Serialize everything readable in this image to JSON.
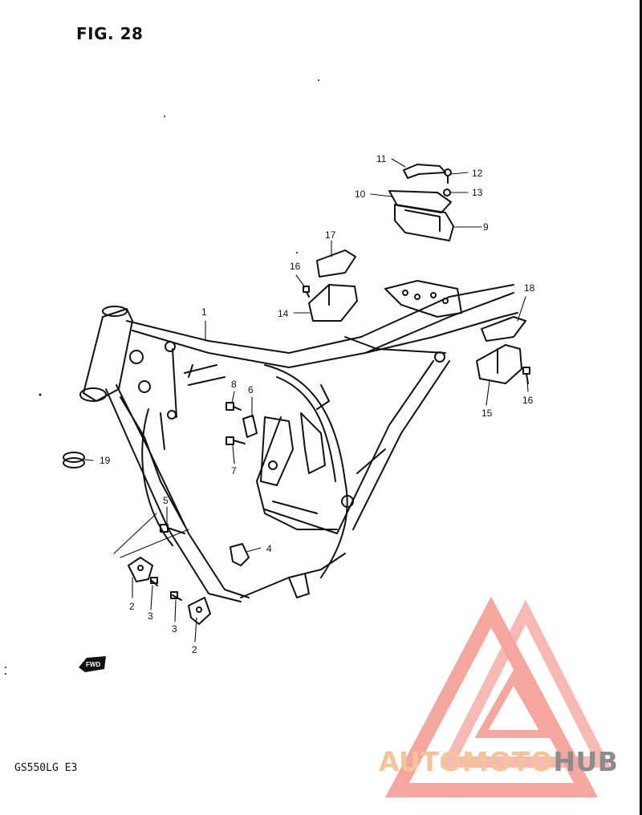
{
  "figure": {
    "title": "FIG. 28",
    "model_code": "GS550LG E3"
  },
  "fwd_badge": "FWD",
  "watermark": {
    "part_a": "AUTOMOTO",
    "part_b": "HUB"
  },
  "callouts": [
    {
      "id": "c1",
      "label": "1"
    },
    {
      "id": "c2a",
      "label": "2"
    },
    {
      "id": "c2b",
      "label": "2"
    },
    {
      "id": "c3a",
      "label": "3"
    },
    {
      "id": "c3b",
      "label": "3"
    },
    {
      "id": "c4",
      "label": "4"
    },
    {
      "id": "c5",
      "label": "5"
    },
    {
      "id": "c6",
      "label": "6"
    },
    {
      "id": "c7",
      "label": "7"
    },
    {
      "id": "c8",
      "label": "8"
    },
    {
      "id": "c9",
      "label": "9"
    },
    {
      "id": "c10",
      "label": "10"
    },
    {
      "id": "c11",
      "label": "11"
    },
    {
      "id": "c12",
      "label": "12"
    },
    {
      "id": "c13",
      "label": "13"
    },
    {
      "id": "c14",
      "label": "14"
    },
    {
      "id": "c15",
      "label": "15"
    },
    {
      "id": "c16a",
      "label": "16"
    },
    {
      "id": "c16b",
      "label": "16"
    },
    {
      "id": "c17",
      "label": "17"
    },
    {
      "id": "c18",
      "label": "18"
    },
    {
      "id": "c19",
      "label": "19"
    }
  ],
  "colors": {
    "line": "#111111",
    "watermark_red": "#f08a80",
    "watermark_orange": "#f6c49a",
    "watermark_gray": "#8c8c8c"
  }
}
